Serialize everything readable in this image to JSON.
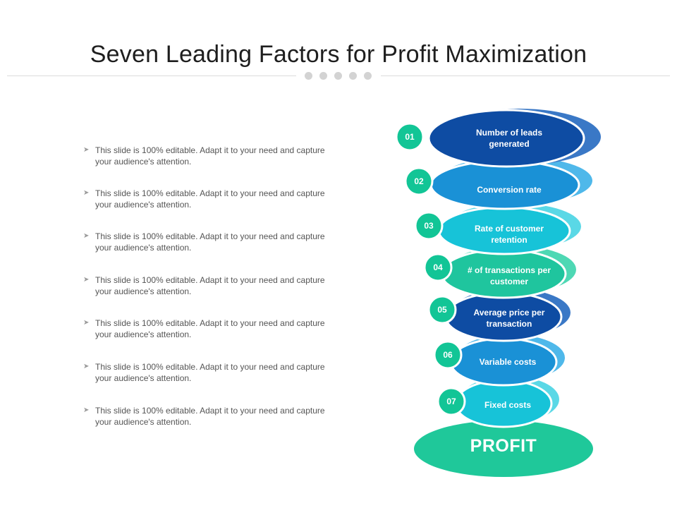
{
  "title": "Seven Leading Factors for Profit Maximization",
  "bullets": [
    "This slide is 100% editable. Adapt it to your need and capture your audience's attention.",
    "This slide is 100% editable. Adapt it to your need and capture your audience's attention.",
    "This slide is 100% editable. Adapt it to your need and capture your audience's attention.",
    "This slide is 100% editable. Adapt it to your need and capture your audience's attention.",
    "This slide is 100% editable. Adapt it to your need and capture your audience's attention.",
    "This slide is 100% editable. Adapt it to your need and capture your audience's attention.",
    "This slide is 100% editable. Adapt it to your need and capture your audience's attention."
  ],
  "factors": [
    {
      "number": "01",
      "label": "Number of leads generated",
      "color": "#0e4ca3",
      "shade": "#3a78c6"
    },
    {
      "number": "02",
      "label": "Conversion rate",
      "color": "#1a91d6",
      "shade": "#4fb8ea"
    },
    {
      "number": "03",
      "label": "Rate of customer retention",
      "color": "#17c3d8",
      "shade": "#5ad8e6"
    },
    {
      "number": "04",
      "label": "# of transactions per customer",
      "color": "#1fc59e",
      "shade": "#4ed8b4"
    },
    {
      "number": "05",
      "label": "Average price per transaction",
      "color": "#0e4ca3",
      "shade": "#3a78c6"
    },
    {
      "number": "06",
      "label": "Variable costs",
      "color": "#1a91d6",
      "shade": "#4fb8ea"
    },
    {
      "number": "07",
      "label": "Fixed costs",
      "color": "#17c3d8",
      "shade": "#5ad8e6"
    }
  ],
  "profit": {
    "label": "PROFIT",
    "color": "#1fc89a"
  },
  "badge_color": "#12c596",
  "bullet_icon": "arrow-bullet-icon"
}
